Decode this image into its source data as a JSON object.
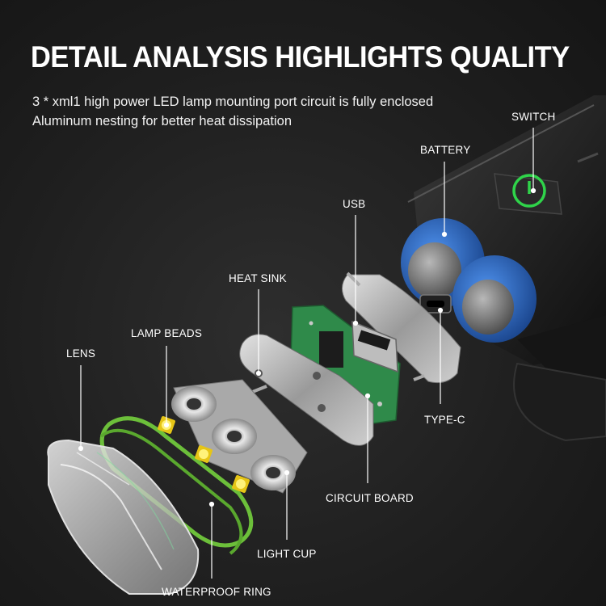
{
  "headline": "DETAIL ANALYSIS HIGHLIGHTS QUALITY",
  "description": [
    "3 * xml1 high power LED lamp mounting port circuit is fully enclosed",
    "Aluminum nesting for better heat dissipation"
  ],
  "callouts": {
    "switch": "SWITCH",
    "battery": "BATTERY",
    "usb": "USB",
    "heat_sink": "HEAT SINK",
    "lamp_beads": "LAMP BEADS",
    "lens": "LENS",
    "type_c": "TYPE-C",
    "circuit_board": "CIRCUIT BOARD",
    "light_cup": "LIGHT CUP",
    "waterproof_ring": "WATERPROOF RING"
  },
  "colors": {
    "battery_blue": "#1f63c6",
    "switch_green": "#2fd44a",
    "ring_green": "#6cbf3a",
    "pcb_green": "#2f8a4a",
    "led_yellow": "#f2d21c"
  }
}
